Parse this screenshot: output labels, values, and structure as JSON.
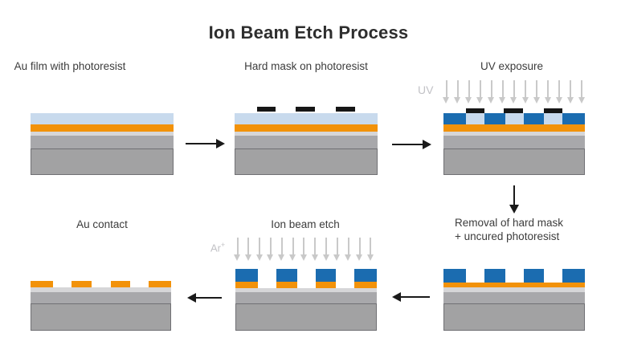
{
  "title": "Ion Beam Etch Process",
  "colors": {
    "photoresist_uncured": "#c8daed",
    "photoresist_cured": "#1b6cb0",
    "au": "#f2920a",
    "thin_film": "#d6d6d8",
    "base_film": "#a8a8ab",
    "substrate": "#a2a2a3",
    "substrate_border": "#707074",
    "hard_mask": "#161616",
    "beam_arrow": "#c9c9c9",
    "beam_label": "#c2c2c6",
    "flow_arrow": "#1a1a1a",
    "label_text": "#3c3c3c",
    "title_text": "#2e2e2e"
  },
  "panels": [
    {
      "id": "au-film-with-photoresist",
      "label": "Au film with photoresist"
    },
    {
      "id": "hard-mask-on-photoresist",
      "label": "Hard mask on photoresist"
    },
    {
      "id": "uv-exposure",
      "label": "UV exposure",
      "beam_label": "UV",
      "beam_arrow_count": 13
    },
    {
      "id": "removal",
      "label_line1": "Removal of hard mask",
      "label_line2": "+ uncured photoresist"
    },
    {
      "id": "ion-beam-etch",
      "label": "Ion beam etch",
      "beam_label": "Ar",
      "beam_label_sup": "+",
      "beam_arrow_count": 13
    },
    {
      "id": "au-contact",
      "label": "Au contact"
    }
  ]
}
